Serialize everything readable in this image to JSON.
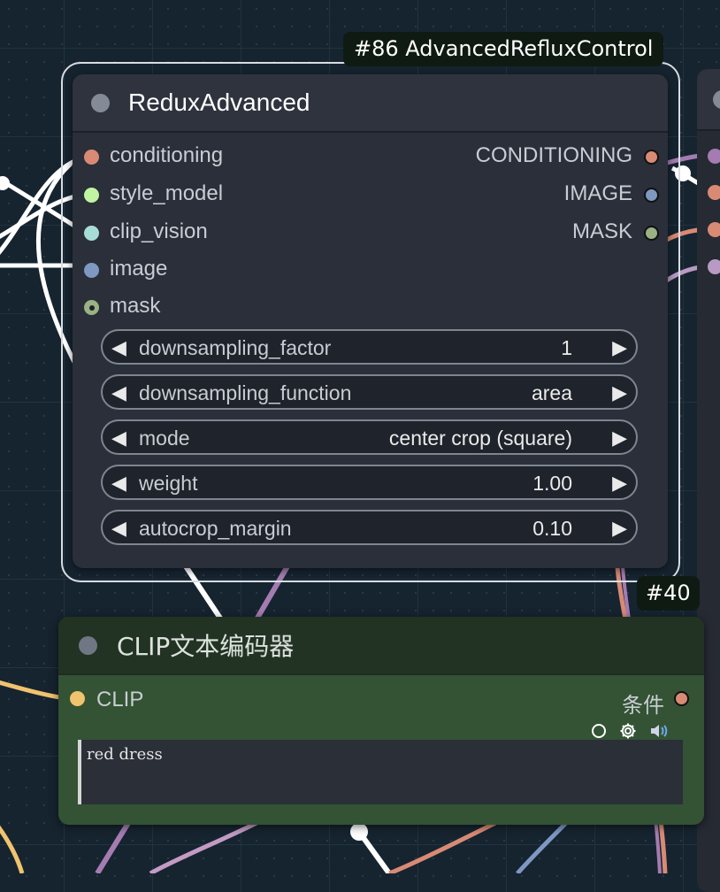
{
  "badges": {
    "redux_node_id": "#86 AdvancedRefluxControl",
    "clip_node_id": "#40"
  },
  "redux_node": {
    "title": "ReduxAdvanced",
    "inputs": [
      {
        "label": "conditioning",
        "color": "#d98a74"
      },
      {
        "label": "style_model",
        "color": "#c0f4a2"
      },
      {
        "label": "clip_vision",
        "color": "#a8dcd8"
      },
      {
        "label": "image",
        "color": "#7e98c2"
      },
      {
        "label": "mask",
        "color": "#9ab284"
      }
    ],
    "outputs": [
      {
        "label": "CONDITIONING",
        "color": "#d98a74"
      },
      {
        "label": "IMAGE",
        "color": "#7e98c2"
      },
      {
        "label": "MASK",
        "color": "#9ab284"
      }
    ],
    "widgets": [
      {
        "name": "downsampling_factor",
        "value": "1"
      },
      {
        "name": "downsampling_function",
        "value": "area"
      },
      {
        "name": "mode",
        "value": "center crop (square)"
      },
      {
        "name": "weight",
        "value": "1.00"
      },
      {
        "name": "autocrop_margin",
        "value": "0.10"
      }
    ],
    "arrow_left": "◀",
    "arrow_right": "▶"
  },
  "clip_node": {
    "title": "CLIP文本编码器",
    "input": {
      "label": "CLIP",
      "color": "#f0c36e"
    },
    "output": {
      "label": "条件",
      "color": "#d98a74"
    },
    "text": "red dress",
    "icons": [
      "circle-outline-icon",
      "gear-icon",
      "speaker-icon"
    ]
  },
  "colors": {
    "canvas_bg": "#162430",
    "node_bg": "#2a2f39",
    "clip_bg": "#335334",
    "link_conditioning": "#d98a74",
    "link_clip": "#a47cb1",
    "link_white": "#ffffff"
  }
}
